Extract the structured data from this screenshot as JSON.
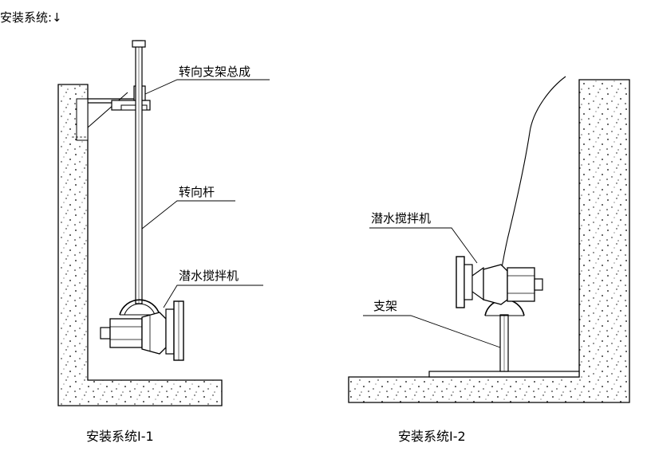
{
  "heading": "安装系统:↓",
  "left_system": {
    "caption": "安装系统Ⅰ-1",
    "labels": {
      "turning_bracket": "转向支架总成",
      "turning_rod": "转向杆",
      "mixer": "潜水搅拌机"
    }
  },
  "right_system": {
    "caption": "安装系统Ⅰ-2",
    "labels": {
      "mixer": "潜水搅拌机",
      "bracket": "支架"
    }
  }
}
